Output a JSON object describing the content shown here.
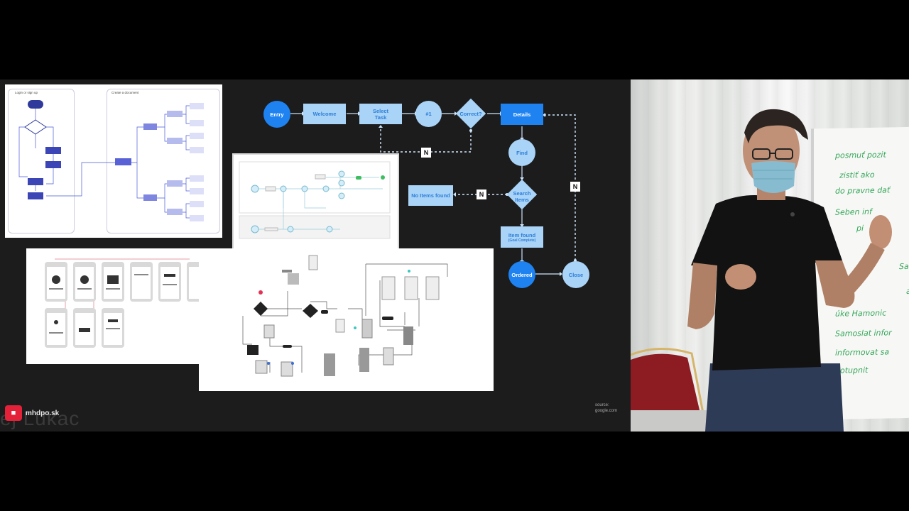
{
  "flowchart": {
    "entry": "Entry",
    "welcome": "Welcome",
    "select_task": "Select Task",
    "step1": "#1",
    "correct": "Correct?",
    "details": "Details",
    "find": "Find",
    "search_items": "Search Items",
    "no_items_found": "No Items found",
    "item_found": "Item found",
    "item_found_sub": "(Goal Complete)",
    "ordered": "Ordered",
    "close": "Close",
    "n_label": "N"
  },
  "thumb_topleft": {
    "lane1": "Login or sign up",
    "lane2": "Create a document"
  },
  "branding": {
    "logo_text": "mhdpo.sk",
    "speaker_name": "ej Lukac"
  },
  "source": {
    "line1": "source:",
    "line2": "google.com"
  },
  "whiteboard": {
    "lines": [
      "posmuť pozit",
      "zistiť ako",
      "do pravne dať",
      "Seben inf",
      "pi",
      "",
      "Sa",
      "a",
      "úke Hamonic",
      "Samoslat infor",
      "informovat sa",
      "dotupnit"
    ]
  },
  "colors": {
    "accent": "#1e82f0",
    "accent_light": "#a9d3f7",
    "slide_bg": "#1c1c1d",
    "logo_red": "#e3223a"
  }
}
